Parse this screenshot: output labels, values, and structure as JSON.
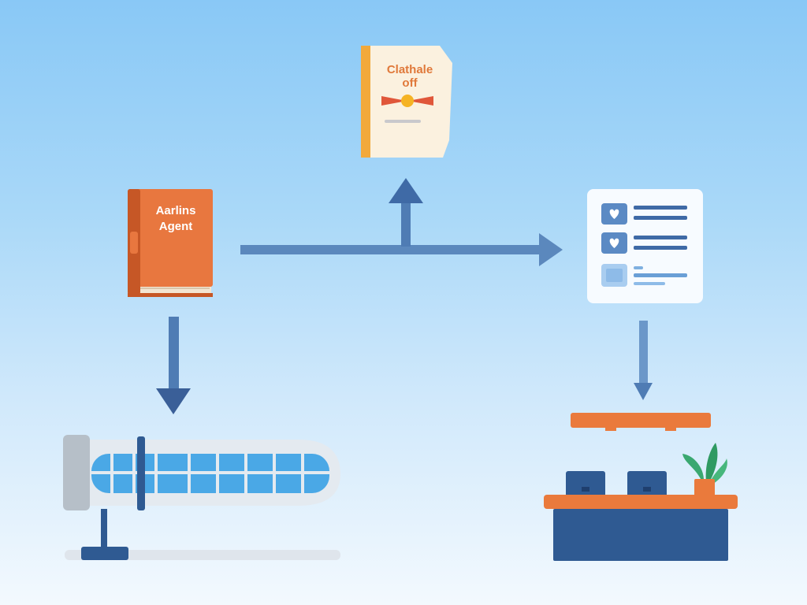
{
  "book": {
    "label": "Aarlins\nAgent",
    "color": "#e8773f",
    "icon": "book-icon"
  },
  "certificate": {
    "label": "Clathale\noff",
    "accent": "#f2a93b",
    "icon": "certificate-icon"
  },
  "checklist": {
    "icon": "checklist-icon",
    "rows": [
      "heart-check",
      "heart-check",
      "empty-box"
    ]
  },
  "aircraft_cabin": {
    "icon": "aircraft-cabin-icon"
  },
  "service_desk": {
    "icon": "service-desk-icon"
  },
  "colors": {
    "arrow": "#5b88bd",
    "dark_blue": "#2f5a92",
    "orange": "#ea7a3c",
    "light_blue": "#4aa8e6"
  }
}
